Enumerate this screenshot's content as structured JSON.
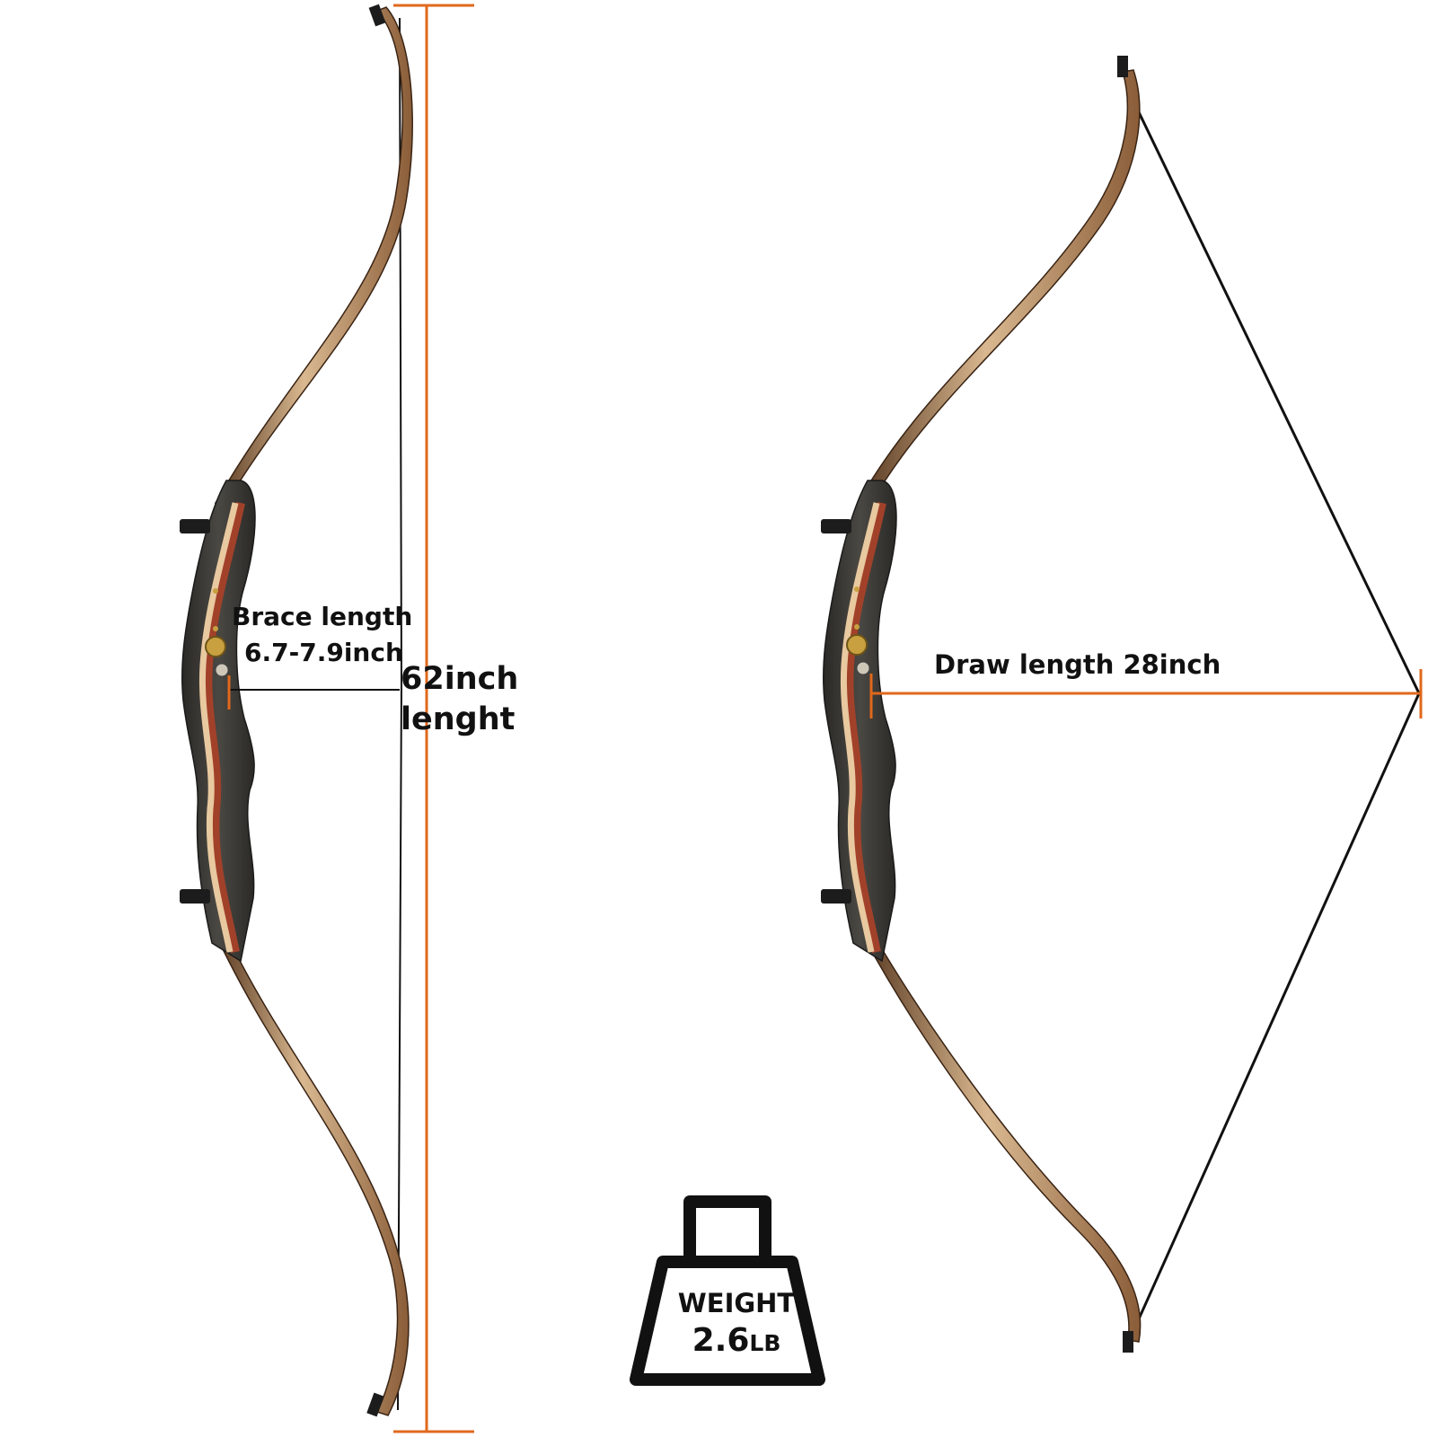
{
  "labels": {
    "brace_line1": "Brace length",
    "brace_line2": "6.7-7.9inch",
    "length_line1": "62inch",
    "length_line2": "lenght",
    "draw_length": "Draw length 28inch"
  },
  "weight": {
    "label": "WEIGHT",
    "value": "2.6",
    "unit": "LB"
  },
  "colors": {
    "measure_line": "#e0681c",
    "string": "#111111",
    "riser_dark": "#3b3a36",
    "riser_stripe": "#a2412a",
    "limb_wood": "#d9b890"
  },
  "icons": [
    "recurve-bow-braced",
    "recurve-bow-drawn",
    "weight-icon"
  ]
}
